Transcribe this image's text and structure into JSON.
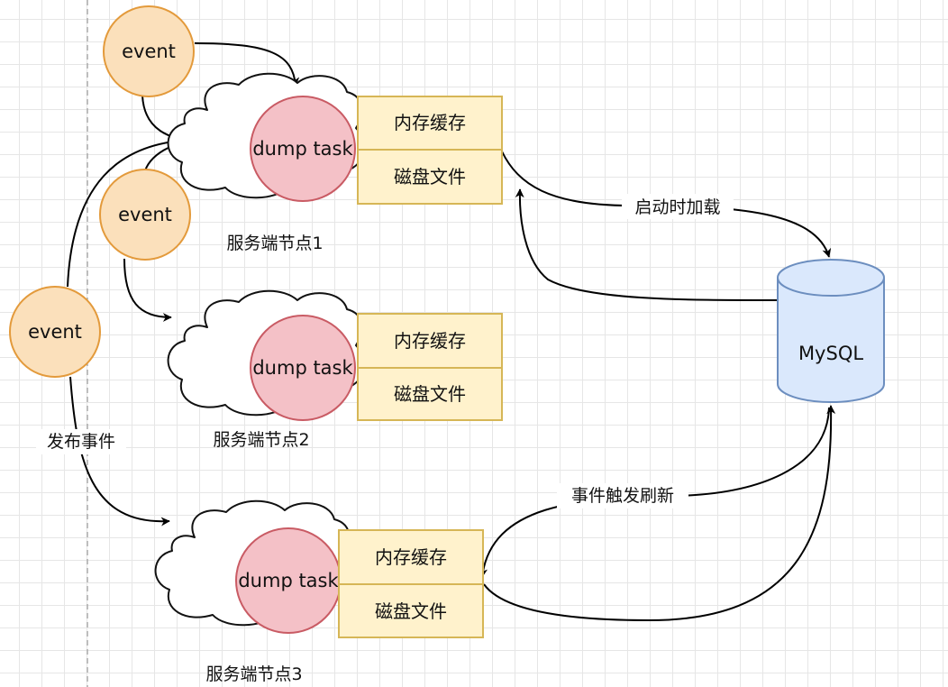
{
  "diagram": {
    "events": [
      {
        "label": "event"
      },
      {
        "label": "event"
      },
      {
        "label": "event"
      }
    ],
    "nodes": [
      {
        "task_label": "dump task",
        "cache_label": "内存缓存",
        "disk_label": "磁盘文件",
        "name": "服务端节点1"
      },
      {
        "task_label": "dump task",
        "cache_label": "内存缓存",
        "disk_label": "磁盘文件",
        "name": "服务端节点2"
      },
      {
        "task_label": "dump task",
        "cache_label": "内存缓存",
        "disk_label": "磁盘文件",
        "name": "服务端节点3"
      }
    ],
    "database": {
      "label": "MySQL"
    },
    "edge_labels": {
      "publish": "发布事件",
      "load_on_start": "启动时加载",
      "event_refresh": "事件触发刷新"
    },
    "colors": {
      "event_fill": "#fbe0bb",
      "event_stroke": "#e39a3b",
      "task_fill": "#f4c1c7",
      "task_stroke": "#c95b64",
      "box_fill": "#fff2cc",
      "box_stroke": "#d6b656",
      "db_fill": "#dae8fc",
      "db_stroke": "#6c8ebf"
    }
  }
}
